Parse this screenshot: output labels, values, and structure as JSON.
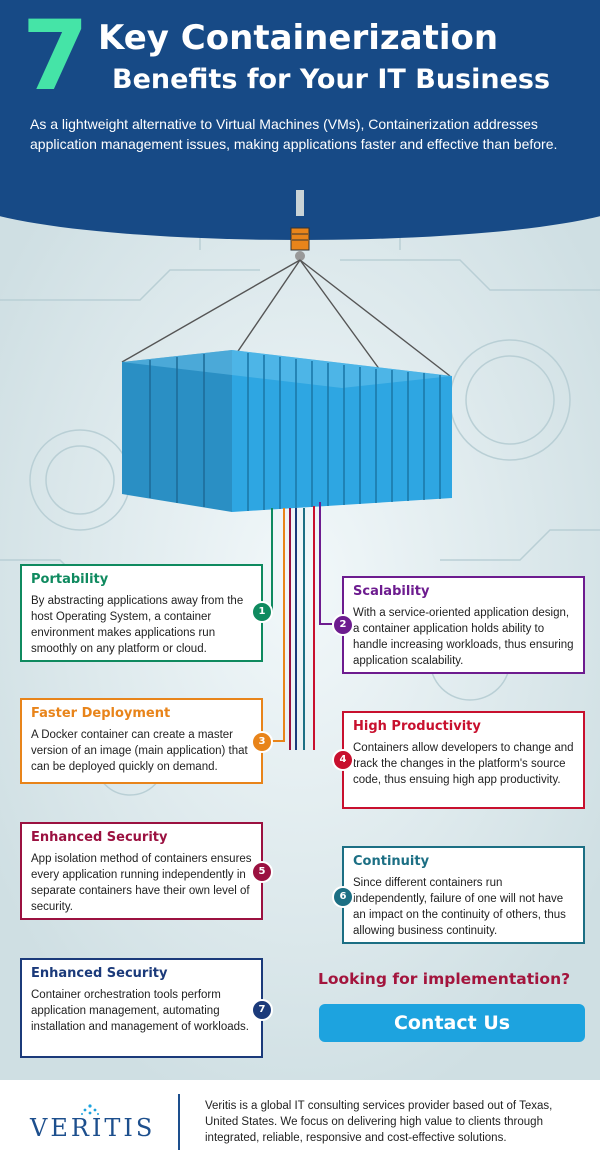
{
  "header": {
    "number": "7",
    "title_line1": "Key Containerization",
    "title_line2": "Benefits for Your IT Business",
    "intro": "As a lightweight alternative to Virtual Machines (VMs), Containerization addresses application management issues, making applications faster and effective than before."
  },
  "colors": {
    "header_bg": "#174a86",
    "accent_green": "#45e4a7",
    "container_blue": "#2ea6e2",
    "cta_red": "#a3153d",
    "button_blue": "#1da3df"
  },
  "benefits": [
    {
      "num": "1",
      "title": "Portability",
      "text": "By abstracting applications away from the host Operating System, a container environment makes applications run smoothly on any platform or cloud.",
      "color": "#0f8a5f"
    },
    {
      "num": "2",
      "title": "Scalability",
      "text": "With a service-oriented application design, a container application holds ability to handle increasing workloads, thus ensuring application scalability.",
      "color": "#6d1c8f"
    },
    {
      "num": "3",
      "title": "Faster Deployment",
      "text": "A Docker container can create a master version of an image (main application) that can be deployed quickly on demand.",
      "color": "#e8841a"
    },
    {
      "num": "4",
      "title": "High Productivity",
      "text": "Containers allow developers to change and track the changes in the platform's source code, thus ensuing high app productivity.",
      "color": "#c8102e"
    },
    {
      "num": "5",
      "title": "Enhanced Security",
      "text": "App isolation method of containers ensures every application running independently in separate containers have their own level of security.",
      "color": "#9b1140"
    },
    {
      "num": "6",
      "title": "Continuity",
      "text": "Since different containers run independently, failure of one will not have an impact on the continuity of others, thus allowing business continuity.",
      "color": "#1c6f84"
    },
    {
      "num": "7",
      "title": "Enhanced Security",
      "text": "Container orchestration tools perform application management, automating installation and management of workloads.",
      "color": "#1b3a7a"
    }
  ],
  "cta": {
    "question": "Looking for implementation?",
    "button": "Contact Us"
  },
  "footer": {
    "logo": "VERITIS",
    "text": "Veritis is a global IT consulting services provider based out of Texas, United States. We focus on delivering high value to clients through integrated, reliable, responsive and cost-effective solutions."
  }
}
